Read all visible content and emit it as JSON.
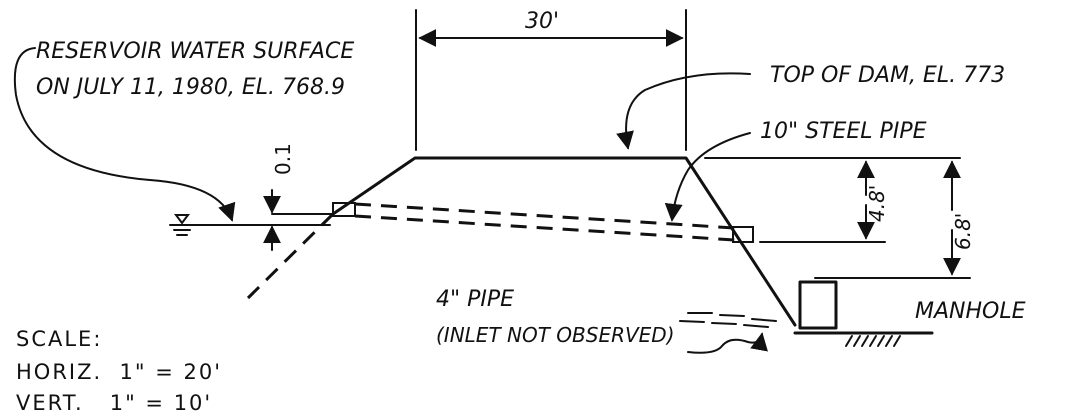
{
  "labels": {
    "reservoir_line1": "RESERVOIR WATER SURFACE",
    "reservoir_line2": "ON JULY 11, 1980, EL. 768.9",
    "top_of_dam": "TOP OF DAM, EL. 773",
    "steel_pipe": "10\" STEEL PIPE",
    "crest_width": "30'",
    "freeboard_small": "0.1",
    "pipe_drop": "4.8'",
    "dam_height": "6.8'",
    "four_inch_pipe_line1": "4\" PIPE",
    "four_inch_pipe_line2": "(INLET NOT OBSERVED)",
    "manhole": "MANHOLE"
  },
  "scale": {
    "title": "SCALE:",
    "horizontal": "HORIZ.  1\" = 20'",
    "vertical": "VERT.   1\" = 10'"
  }
}
